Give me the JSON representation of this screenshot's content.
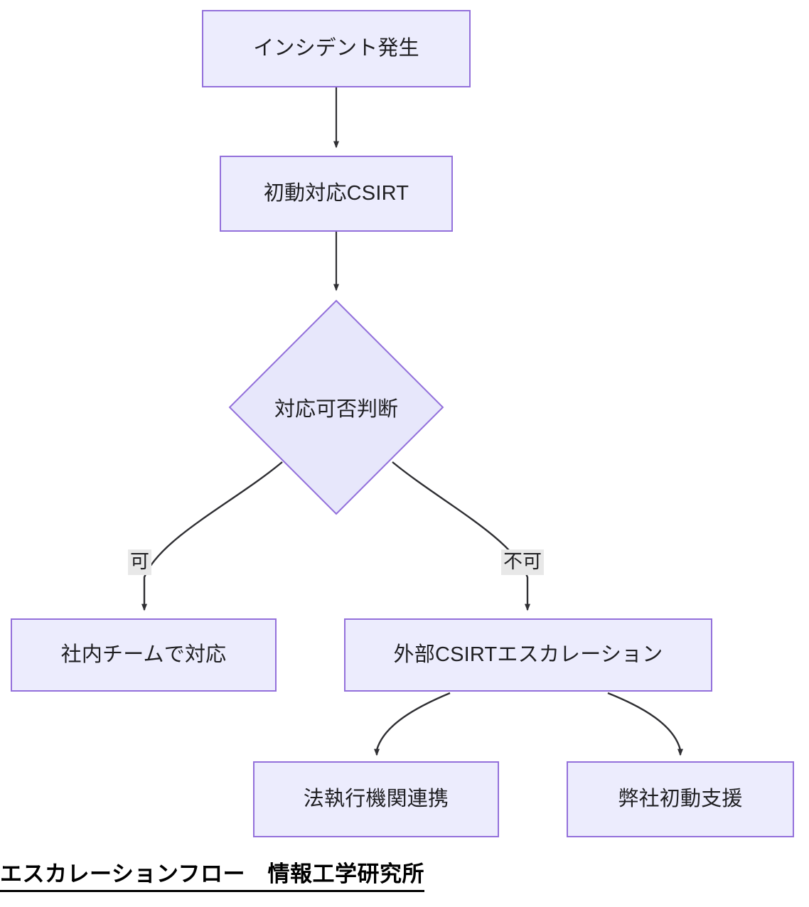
{
  "diagram": {
    "type": "flowchart",
    "title": "エスカレーションフロー　情報工学研究所",
    "theme": {
      "node_fill": "#ececfd",
      "node_border": "#9370db",
      "edge_stroke": "#333333",
      "edge_label_bg": "#e8e8e8",
      "text_color": "#1f1f22",
      "background": "#ffffff"
    },
    "nodes": {
      "incident": {
        "label": "インシデント発生",
        "shape": "rect"
      },
      "first_response": {
        "label": "初動対応CSIRT",
        "shape": "rect"
      },
      "decision": {
        "label": "対応可否判断",
        "shape": "diamond"
      },
      "internal_team": {
        "label": "社内チームで対応",
        "shape": "rect"
      },
      "external_csirt": {
        "label": "外部CSIRTエスカレーション",
        "shape": "rect"
      },
      "law_enforcement": {
        "label": "法執行機関連携",
        "shape": "rect"
      },
      "our_support": {
        "label": "弊社初動支援",
        "shape": "rect"
      }
    },
    "edges": [
      {
        "from": "incident",
        "to": "first_response",
        "label": ""
      },
      {
        "from": "first_response",
        "to": "decision",
        "label": ""
      },
      {
        "from": "decision",
        "to": "internal_team",
        "label": "可"
      },
      {
        "from": "decision",
        "to": "external_csirt",
        "label": "不可"
      },
      {
        "from": "external_csirt",
        "to": "law_enforcement",
        "label": ""
      },
      {
        "from": "external_csirt",
        "to": "our_support",
        "label": ""
      }
    ],
    "edge_labels": {
      "yes": "可",
      "no": "不可"
    }
  }
}
